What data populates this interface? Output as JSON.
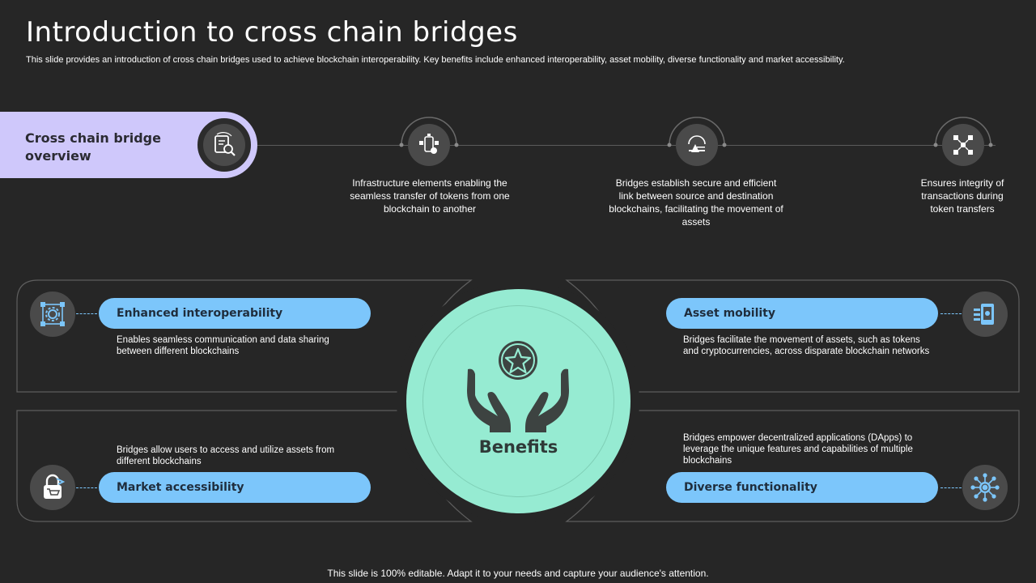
{
  "title": "Introduction to cross chain bridges",
  "subtitle": "This slide provides an introduction of cross chain bridges used to achieve blockchain interoperability. Key benefits include enhanced interoperability, asset mobility, diverse functionality and market accessibility.",
  "overview": {
    "label": "Cross chain bridge overview",
    "icon": "document-search-icon"
  },
  "steps": [
    {
      "text": "Infrastructure  elements enabling the seamless transfer of tokens from one blockchain to another",
      "icon": "mobile-blockchain-icon"
    },
    {
      "text": "Bridges establish secure and efficient link between source and destination blockchains, facilitating the movement  of assets",
      "icon": "bridge-icon"
    },
    {
      "text": "Ensures integrity of transactions during token transfers",
      "icon": "network-blocks-icon"
    }
  ],
  "center": {
    "label": "Benefits",
    "icon": "hands-star-icon"
  },
  "benefits": {
    "enhanced": {
      "title": "Enhanced interoperability",
      "desc": "Enables seamless communication and data sharing between different blockchains",
      "icon": "gear-network-icon"
    },
    "mobility": {
      "title": "Asset mobility",
      "desc": "Bridges facilitate the movement of assets, such as tokens and cryptocurrencies, across disparate blockchain networks",
      "icon": "mobile-transfer-icon"
    },
    "market": {
      "title": "Market accessibility",
      "desc": "Bridges allow users to access and utilize assets from different blockchains",
      "icon": "lock-cart-icon"
    },
    "diverse": {
      "title": "Diverse functionality",
      "desc": "Bridges empower decentralized applications (DApps) to leverage the unique features and capabilities of multiple blockchains",
      "icon": "globe-network-icon"
    }
  },
  "footer": "This slide is 100% editable. Adapt it to your needs and capture your audience's attention.",
  "colors": {
    "background": "#262626",
    "overview_pill": "#cfc8fb",
    "benefit_pill": "#7cc6fb",
    "center_circle": "#96ebd2"
  }
}
